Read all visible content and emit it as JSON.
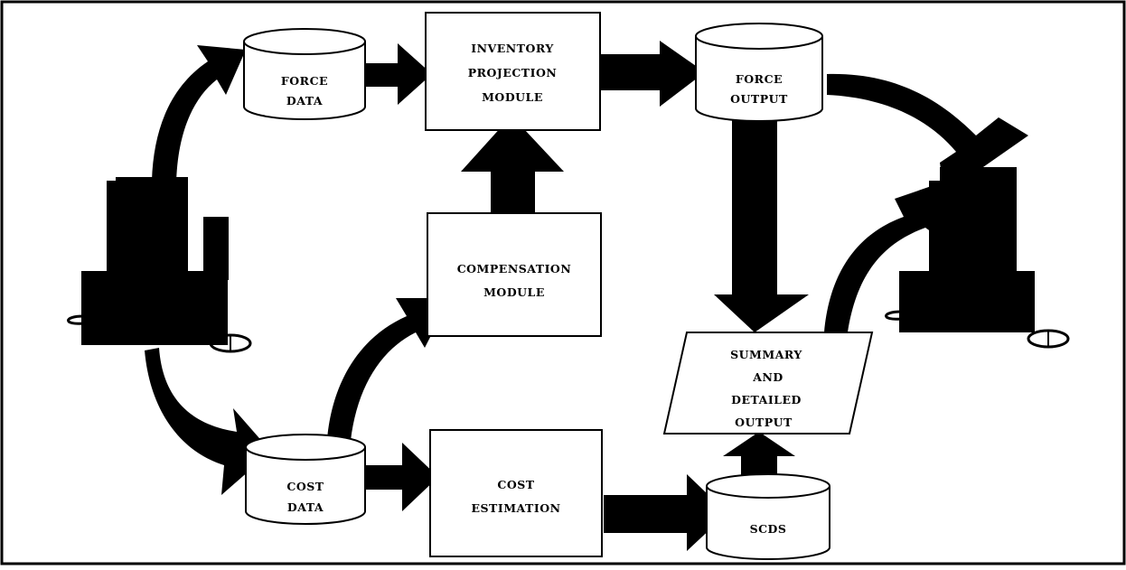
{
  "diagram": {
    "nodes": {
      "force_data": {
        "shape": "database",
        "lines": [
          "FORCE",
          "DATA"
        ]
      },
      "inventory_module": {
        "shape": "box",
        "lines": [
          "INVENTORY",
          "PROJECTION",
          "MODULE"
        ]
      },
      "force_output": {
        "shape": "database",
        "lines": [
          "FORCE",
          "OUTPUT"
        ]
      },
      "compensation_module": {
        "shape": "box",
        "lines": [
          "COMPENSATION",
          "MODULE"
        ]
      },
      "summary_output": {
        "shape": "document",
        "lines": [
          "SUMMARY",
          "AND",
          "DETAILED",
          "OUTPUT"
        ]
      },
      "cost_data": {
        "shape": "database",
        "lines": [
          "COST",
          "DATA"
        ]
      },
      "cost_estimation": {
        "shape": "box",
        "lines": [
          "COST",
          "ESTIMATION"
        ]
      },
      "scds": {
        "shape": "database",
        "lines": [
          "SCDS"
        ]
      }
    },
    "edges": [
      {
        "from": "left_computer",
        "to": "force_data"
      },
      {
        "from": "left_computer",
        "to": "cost_data"
      },
      {
        "from": "force_data",
        "to": "inventory_module"
      },
      {
        "from": "inventory_module",
        "to": "force_output"
      },
      {
        "from": "compensation_module",
        "to": "inventory_module"
      },
      {
        "from": "cost_data",
        "to": "compensation_module"
      },
      {
        "from": "cost_data",
        "to": "cost_estimation"
      },
      {
        "from": "cost_estimation",
        "to": "scds"
      },
      {
        "from": "scds",
        "to": "summary_output"
      },
      {
        "from": "force_output",
        "to": "summary_output"
      },
      {
        "from": "force_output",
        "to": "right_computer"
      },
      {
        "from": "summary_output",
        "to": "right_computer"
      }
    ],
    "colors": {
      "ink": "#000000",
      "paper": "#ffffff"
    },
    "icons": [
      "desktop-computer-icon",
      "desktop-computer-icon"
    ]
  }
}
